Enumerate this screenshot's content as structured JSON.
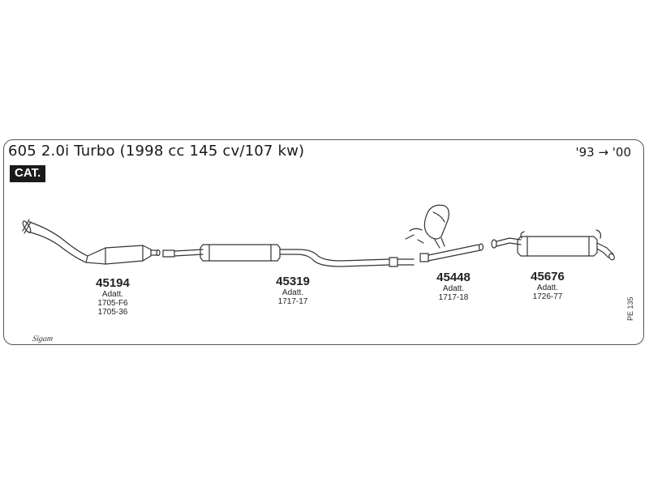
{
  "header": {
    "title": "605 2.0i Turbo (1998 cc 145 cv/107 kw)",
    "years": "'93 → '00",
    "badge": "CAT."
  },
  "parts": [
    {
      "number": "45194",
      "adapter_label": "Adatt.",
      "adapters": [
        "1705-F6",
        "1705-36"
      ]
    },
    {
      "number": "45319",
      "adapter_label": "Adatt.",
      "adapters": [
        "1717-17"
      ]
    },
    {
      "number": "45448",
      "adapter_label": "Adatt.",
      "adapters": [
        "1717-18"
      ]
    },
    {
      "number": "45676",
      "adapter_label": "Adatt.",
      "adapters": [
        "1726-77"
      ]
    }
  ],
  "footer": {
    "ref_code": "PE 135",
    "brand": "Sigam"
  }
}
